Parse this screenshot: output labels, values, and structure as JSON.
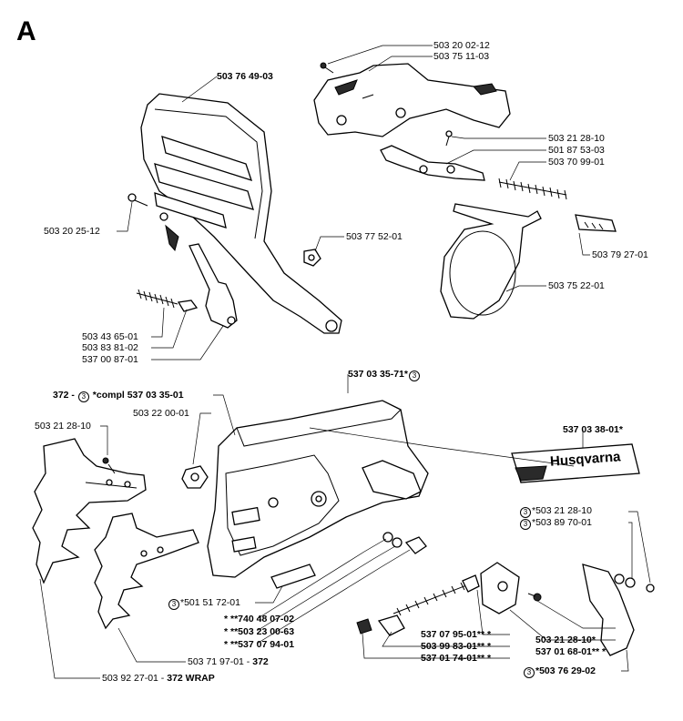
{
  "sheet_letter": "A",
  "labels": {
    "p503_76_49_03": "503 76 49-03",
    "p503_20_02_12": "503 20 02-12",
    "p503_75_11_03": "503 75 11-03",
    "p503_21_28_10_top": "503 21 28-10",
    "p501_87_53_03": "501 87 53-03",
    "p503_70_99_01": "503 70 99-01",
    "p503_20_25_12": "503 20 25-12",
    "p503_77_52_01": "503 77 52-01",
    "p503_79_27_01": "503 79 27-01",
    "p503_75_22_01": "503 75 22-01",
    "p503_43_65_01": "503 43 65-01",
    "p503_83_81_02": "503 83 81-02",
    "p537_00_87_01": "537 00 87-01",
    "p537_03_35_71": "537 03 35-71*",
    "compl_372_prefix": "372 -",
    "compl_372_text": "*compl 537 03 35-01",
    "p503_22_00_01": "503 22 00-01",
    "p503_21_28_10_left": "503 21 28-10",
    "p537_03_38_01": "537 03 38-01*",
    "logo_text": "Husqvarna",
    "p503_21_28_10_right": "*503 21 28-10",
    "p503_89_70_01": "*503 89 70-01",
    "p501_51_72_01": "*501 51 72-01",
    "p740_48_07_02": "* **740 48 07-02",
    "p503_23_00_63": "* **503 23 00-63",
    "p537_07_94_01": "* **537 07 94-01",
    "p537_07_95_01": "537 07 95-01** *",
    "p503_99_83_01": "503 99 83-01** *",
    "p537_01_74_01": "537 01 74-01** *",
    "p503_21_28_10_bottom": "503 21 28-10*",
    "p537_01_68_01": "537 01 68-01** *",
    "p503_76_29_02": "*503 76 29-02",
    "p503_71_97_01": "503 71 97-01 -",
    "p503_71_97_01_suffix": "372",
    "p503_92_27_01": "503 92 27-01 -",
    "p503_92_27_01_suffix": "372 WRAP"
  },
  "circle_mark": "3"
}
